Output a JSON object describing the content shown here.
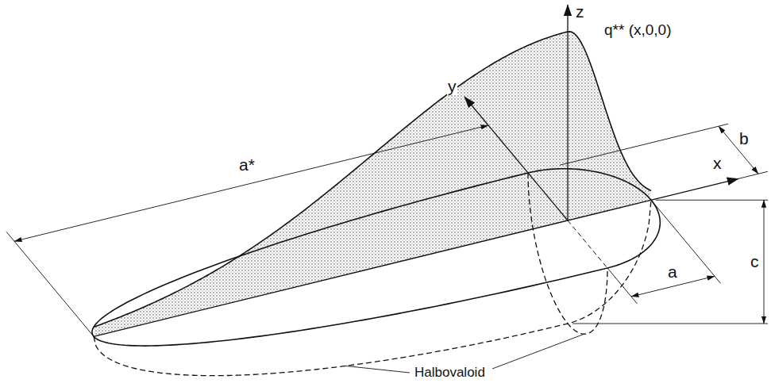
{
  "diagram": {
    "labels": [
      "z",
      "q** (x,0,0)",
      "y",
      "b",
      "x",
      "a*",
      "c",
      "a",
      "Halbovaloid"
    ]
  }
}
